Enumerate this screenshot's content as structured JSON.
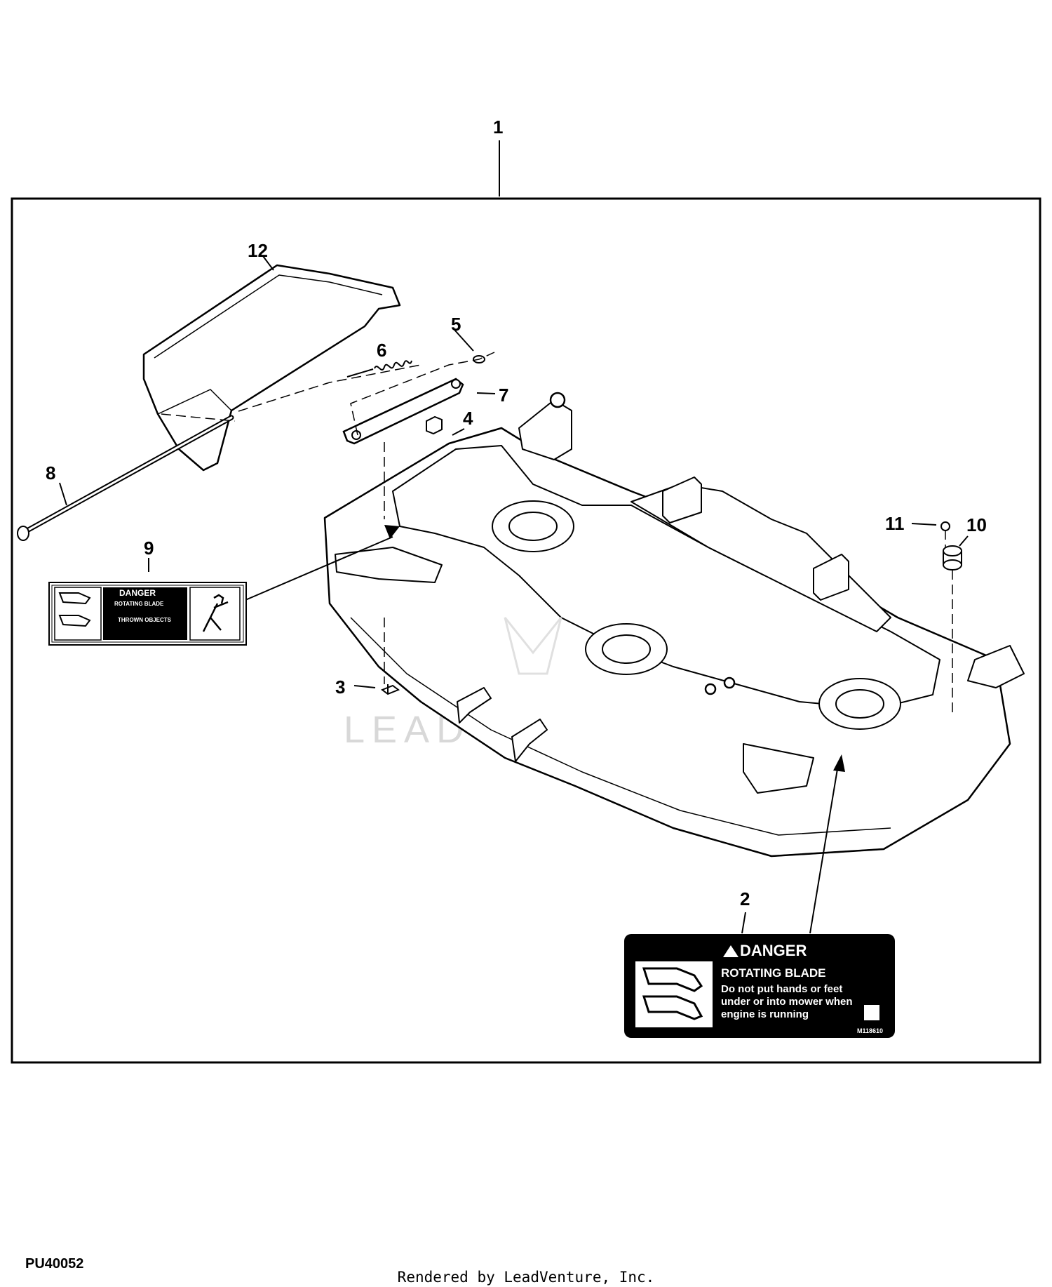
{
  "callouts": [
    "1",
    "2",
    "3",
    "4",
    "5",
    "6",
    "7",
    "8",
    "9",
    "10",
    "11",
    "12"
  ],
  "labels": {
    "large": {
      "header": "DANGER",
      "title": "ROTATING BLADE",
      "lines": [
        "Do not put hands or feet",
        "under or into mower when",
        "engine is running"
      ],
      "code": "M118610"
    },
    "small": {
      "header": "DANGER",
      "title": "ROTATING BLADE",
      "warning": "THROWN OBJECTS"
    }
  },
  "watermark": "LEADVENTURE",
  "footer": {
    "diagram_code": "PU40052",
    "rendered_by": "Rendered by LeadVenture, Inc."
  }
}
